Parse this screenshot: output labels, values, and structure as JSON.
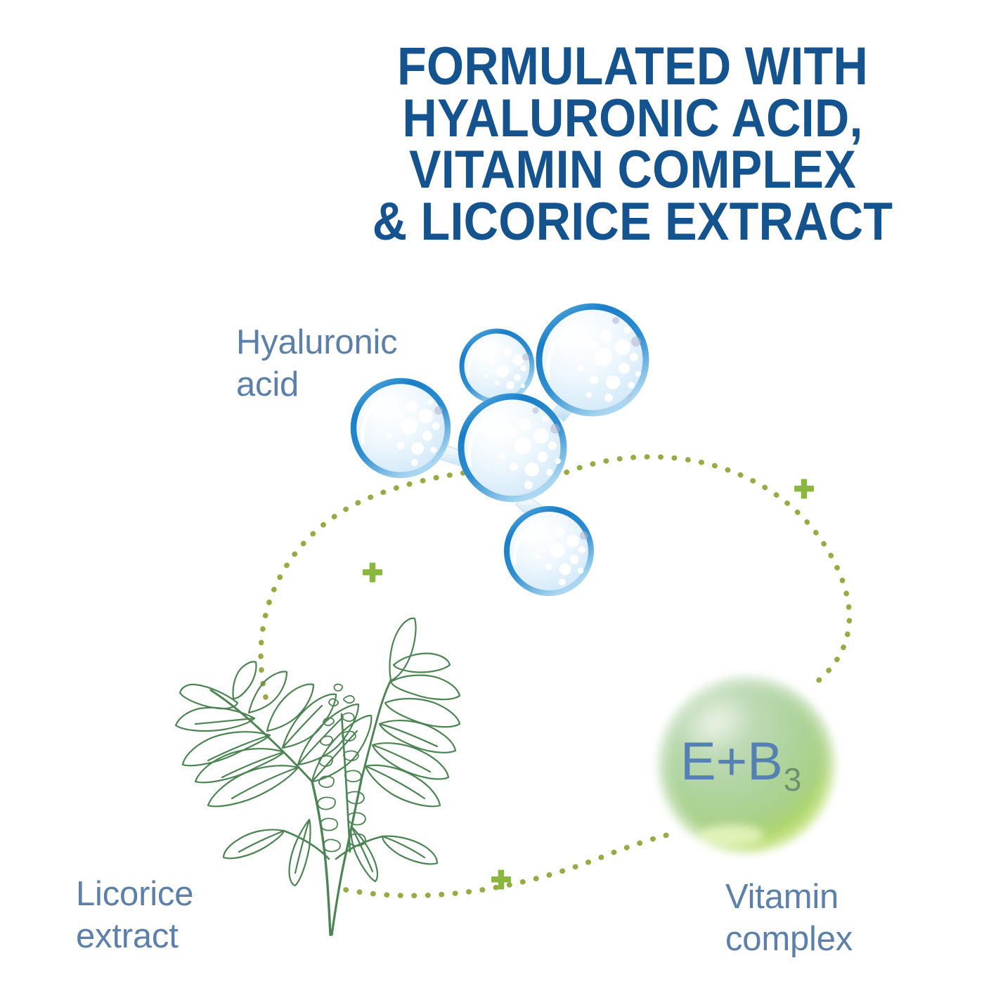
{
  "headline": {
    "text": "FORMULATED WITH\nHYALURONIC ACID,\nVITAMIN COMPLEX\n& LICORICE EXTRACT",
    "color": "#15538f"
  },
  "labels": {
    "hyaluronic": "Hyaluronic\nacid",
    "licorice": "Licorice\nextract",
    "vitamin": "Vitamin\ncomplex",
    "color": "#5d80ab"
  },
  "vitamin_sphere": {
    "formula_main": "E+B",
    "formula_sub": "3",
    "text_color": "#5580b4",
    "sub_color": "#6f8f73",
    "gradient_top": "#b9d4b4",
    "gradient_mid": "#a8cc94",
    "gradient_bottom": "#b7d94a"
  },
  "connectors": {
    "plus_symbol": "+",
    "accent_color": "#8ab83f",
    "dot_color": "#97ab45",
    "count": 3
  },
  "molecule": {
    "name": "hyaluronic-acid-molecule",
    "bubble_count": 5,
    "rim_color": "#1a7ec8",
    "fill_color": "#eaf4fc"
  },
  "plant": {
    "name": "licorice-plant-illustration",
    "line_color": "#4d8453"
  },
  "background_color": "#ffffff"
}
